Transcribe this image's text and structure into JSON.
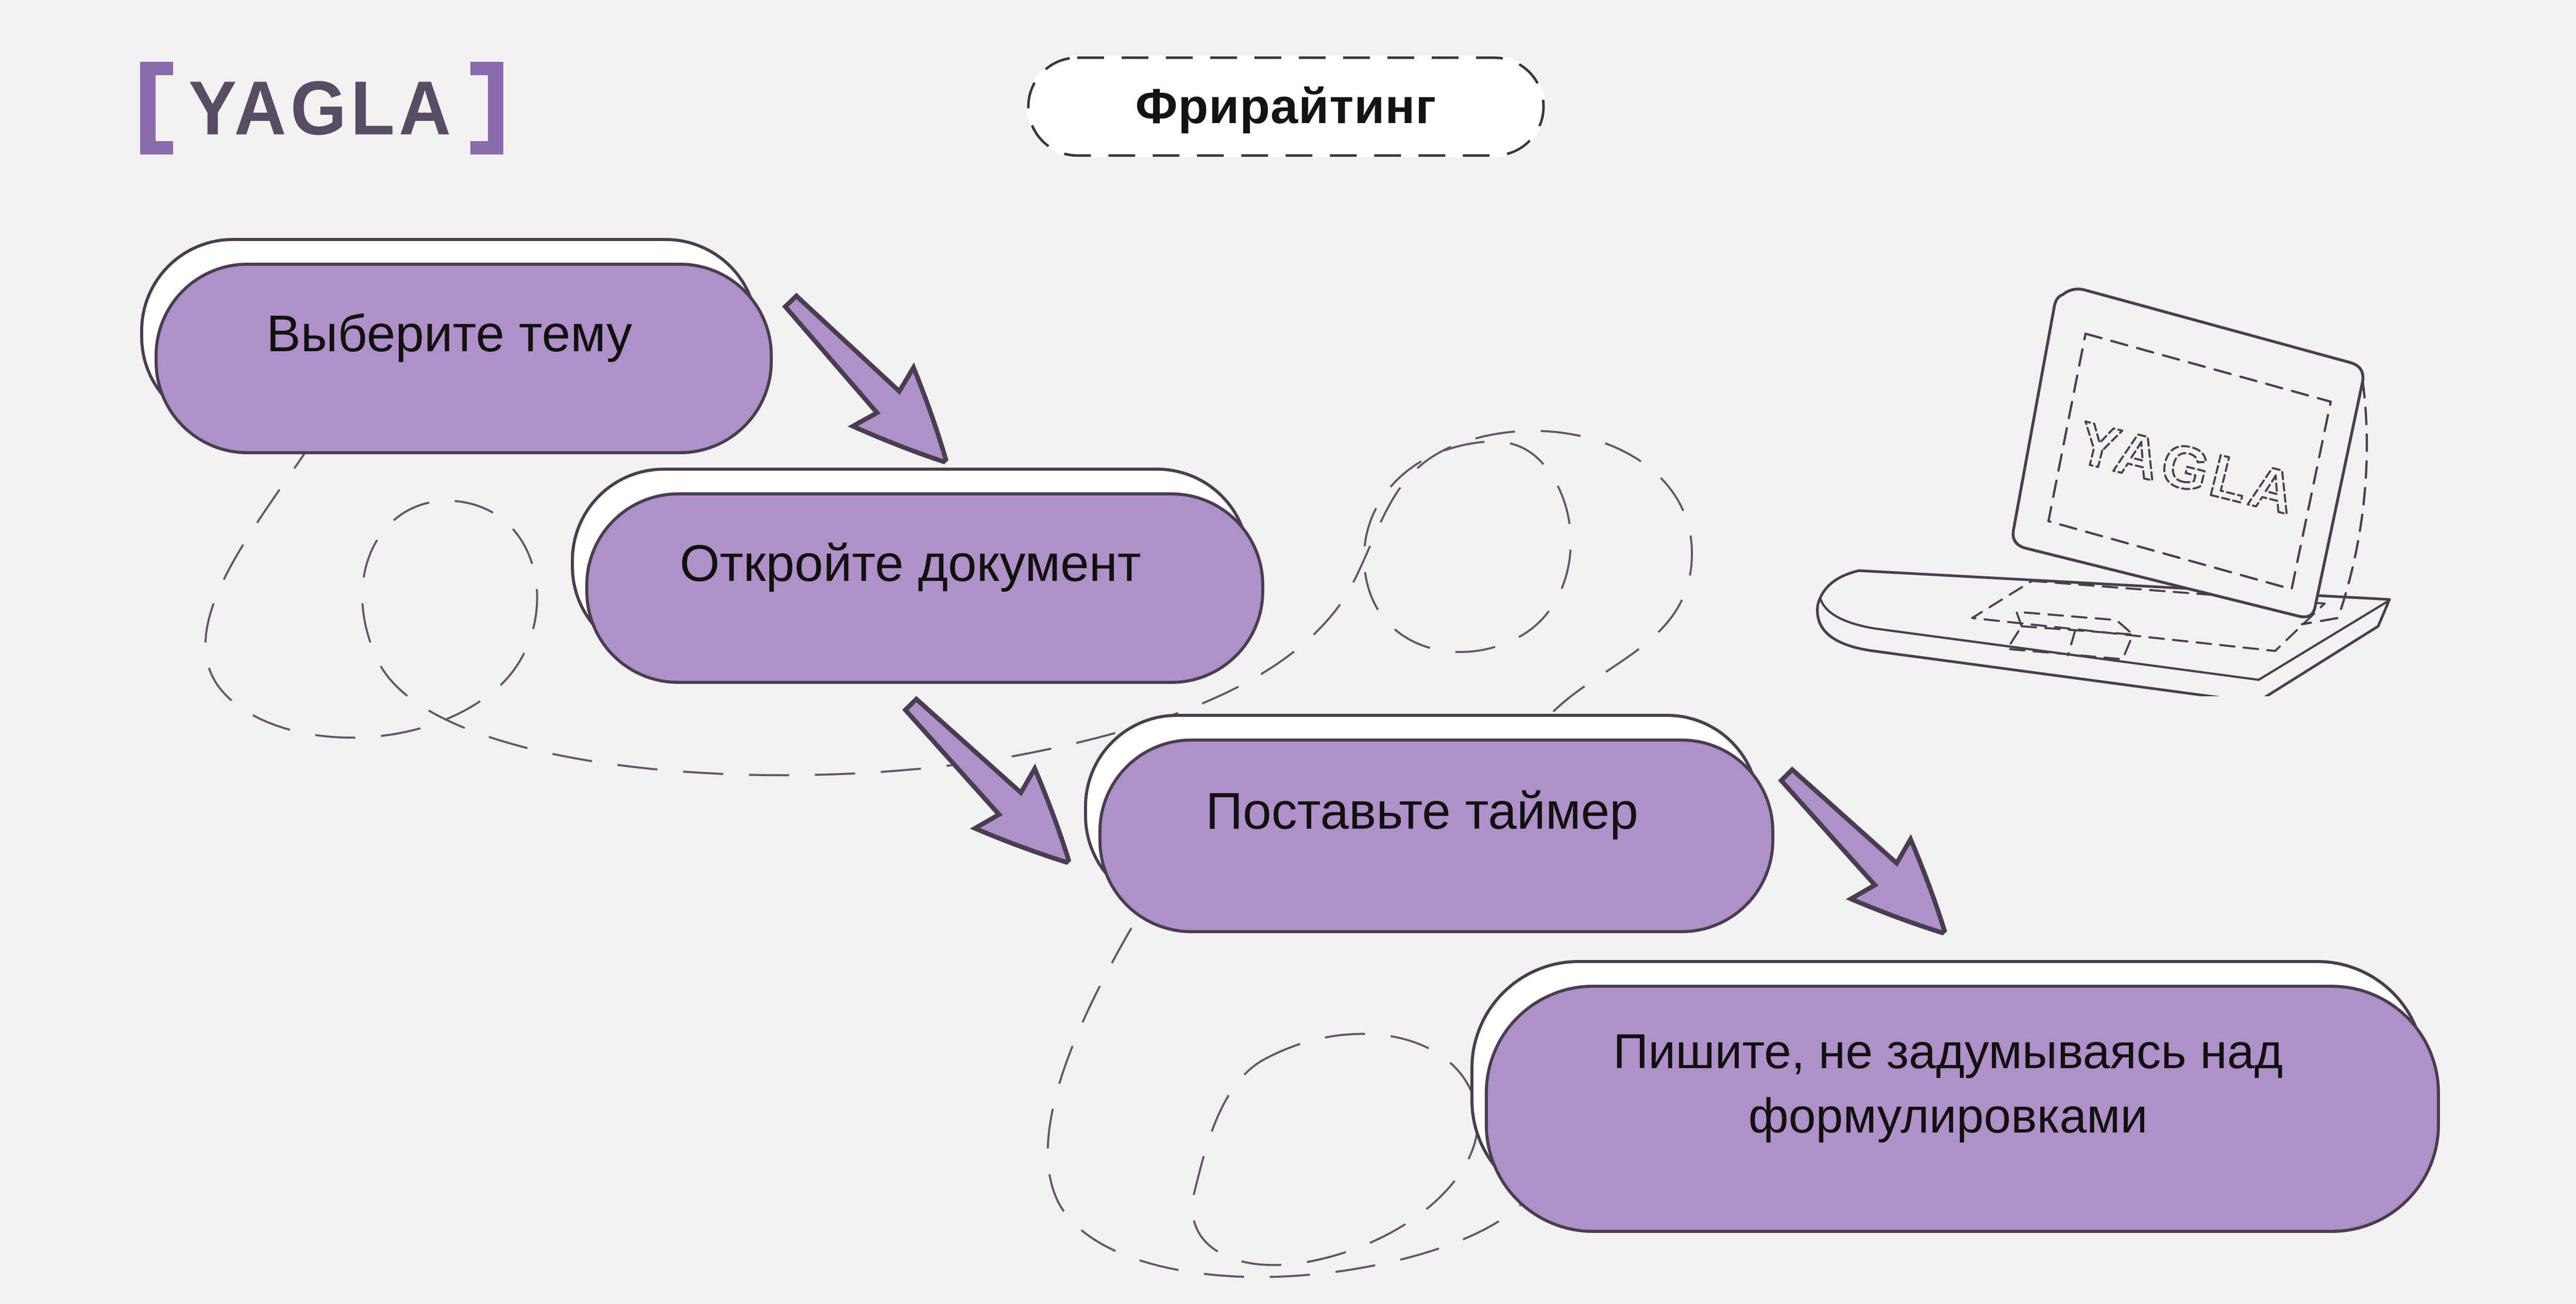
{
  "brand": {
    "logo_text": "YAGLA"
  },
  "header": {
    "title": "Фрирайтинг"
  },
  "steps": [
    {
      "label": "Выберите тему"
    },
    {
      "label": "Откройте документ"
    },
    {
      "label": "Поставьте таймер"
    },
    {
      "label": "Пишите, не задумываясь над формулировками"
    }
  ],
  "laptop": {
    "screen_text": "YAGLA"
  },
  "colors": {
    "background": "#f2f1ef",
    "pill_fill": "#ffffff",
    "outline_dark": "#473e50",
    "accent_purple": "#af91c7",
    "logo_bracket_purple": "#8a6bac",
    "logo_text_color": "#574d63",
    "squiggle_gray": "#5d5863",
    "text_black": "#141414"
  }
}
